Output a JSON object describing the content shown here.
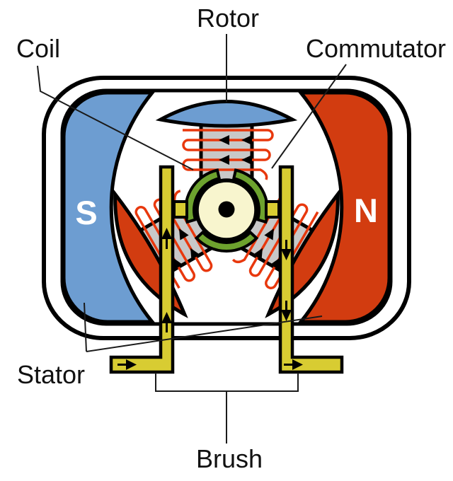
{
  "labels": {
    "rotor": "Rotor",
    "coil": "Coil",
    "commutator": "Commutator",
    "stator": "Stator",
    "brush": "Brush"
  },
  "magnet_poles": {
    "left": "S",
    "right": "N"
  },
  "colors": {
    "background": "#ffffff",
    "outline": "#000000",
    "magnet_south_blue": "#6d9dd1",
    "magnet_north_red": "#d23c10",
    "rotor_pole_shoe_top": "#6d9dd1",
    "rotor_pole_shoe_bottom": "#d23c10",
    "rotor_core_gray": "#c8c8c8",
    "commutator_green": "#6da22e",
    "shaft_center_cream": "#f8f5ce",
    "brush_yellow": "#d8cc32",
    "coil_wire_red": "#e8380d",
    "leader_line": "#1a1a1a",
    "label_text": "#111111",
    "pole_letter": "#ffffff"
  }
}
